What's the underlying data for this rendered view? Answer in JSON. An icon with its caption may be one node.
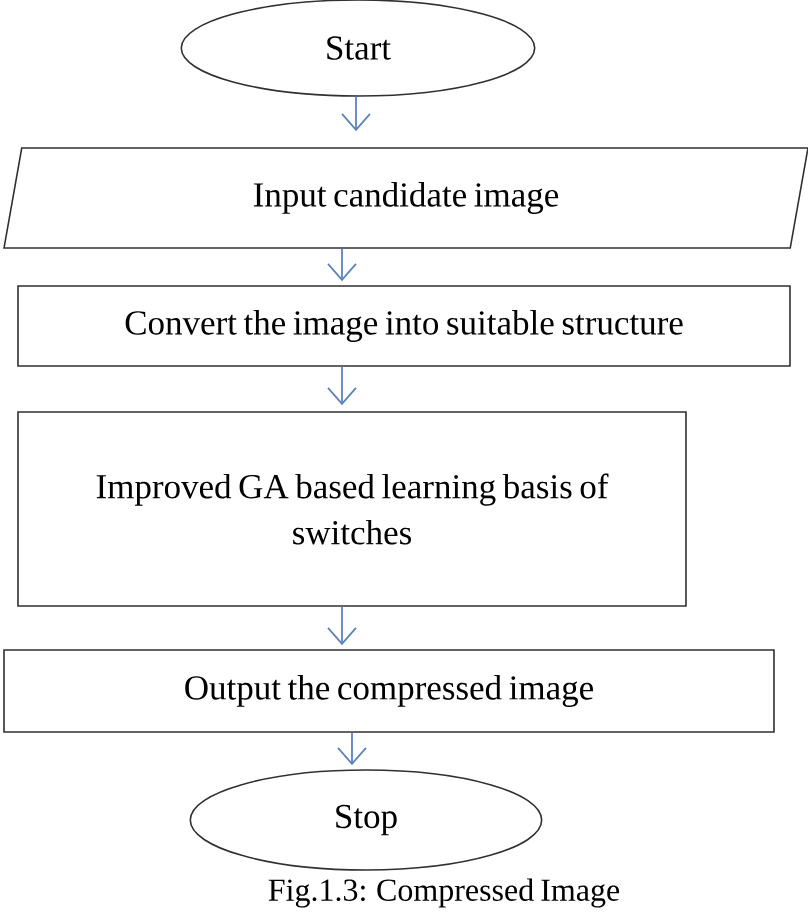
{
  "diagram": {
    "nodes": [
      {
        "text": [
          "Start"
        ]
      },
      {
        "text": [
          "Input candidate image"
        ]
      },
      {
        "text": [
          "Convert the image into suitable structure"
        ]
      },
      {
        "text": [
          "Improved GA based learning basis of switches"
        ]
      },
      {
        "text": [
          "Output the compressed image"
        ]
      },
      {
        "text": [
          "Stop"
        ]
      }
    ],
    "edges": [
      {
        "from": 0,
        "to": 1,
        "arrow": "to"
      },
      {
        "from": 1,
        "to": 2,
        "arrow": "to"
      },
      {
        "from": 2,
        "to": 3,
        "arrow": "to"
      },
      {
        "from": 3,
        "to": 4,
        "arrow": "to"
      },
      {
        "from": 4,
        "to": 5,
        "arrow": "to"
      }
    ],
    "caption": "Fig.1.3: Compressed Image"
  }
}
